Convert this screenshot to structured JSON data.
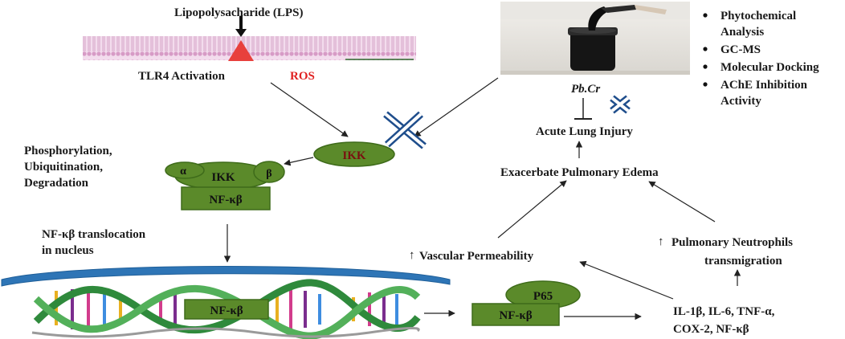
{
  "labels": {
    "lps": "Lipopolysacharide (LPS)",
    "tlr4": "TLR4 Activation",
    "ros": "ROS",
    "pbcr": "Pb.Cr",
    "acute_lung_injury": "Acute Lung Injury",
    "exacerbate_edema": "Exacerbate Pulmonary Edema",
    "vascular_permeability": "Vascular Permeability",
    "neutrophils_line1": "Pulmonary Neutrophils",
    "neutrophils_line2": "transmigration",
    "phospho_line1": "Phosphorylation,",
    "phospho_line2": "Ubiquitination,",
    "phospho_line3": "Degradation",
    "translocation_line1": "NF-κβ translocation",
    "translocation_line2": "in nucleus",
    "cytokines_line1": "IL-1β, IL-6, TNF-α,",
    "cytokines_line2": "COX-2, NF-κβ",
    "up_arrow": "↑"
  },
  "boxes": {
    "ikk_active": "IKK",
    "ikk_complex": "IKK",
    "alpha": "α",
    "beta": "β",
    "nfkb_complex": "NF-κβ",
    "nfkb_dna": "NF-κβ",
    "p65": "P65",
    "nfkb_p65": "NF-κβ"
  },
  "assays": [
    "Phytochemical Analysis",
    "GC-MS",
    "Molecular Docking",
    "AChE Inhibition Activity"
  ],
  "colors": {
    "box_fill": "#5b8a2a",
    "box_stroke": "#3e6b1a",
    "ikk_active_text": "#7a1010",
    "ros": "#e02020",
    "membrane": "#e8b8d8",
    "tlr4_triangle": "#e8403c",
    "nucleus": "#2e75b6",
    "inhibit_x": "#1f4e8c"
  }
}
